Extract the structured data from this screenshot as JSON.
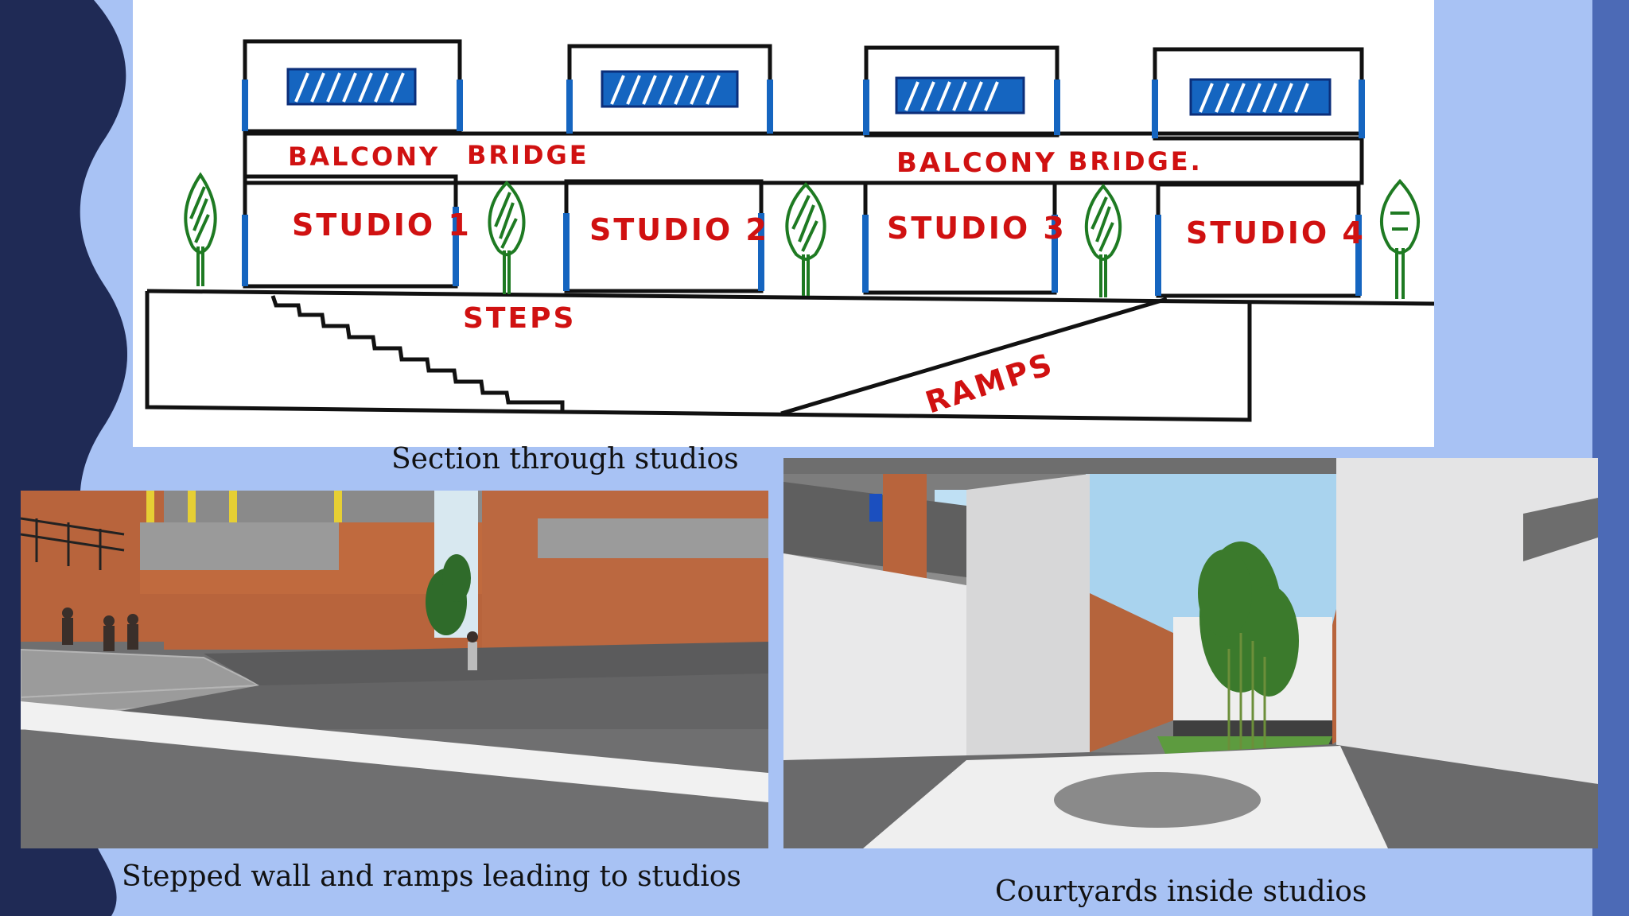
{
  "slide": {
    "colors": {
      "background": "#a8c2f4",
      "left_band": "#1f2a55",
      "right_band": "#4c6ab6",
      "sketch_label_red": "#d01111",
      "window_blue": "#1565c0",
      "tree_green": "#1e7a22",
      "brick": "#b8643c"
    }
  },
  "section_drawing": {
    "labels": {
      "balcony_1": "BALCONY",
      "bridge_1": "BRIDGE",
      "balcony_2": "BALCONY",
      "bridge_2": "BRIDGE.",
      "studio_1": "STUDIO 1",
      "studio_2": "STUDIO 2",
      "studio_3": "STUDIO 3",
      "studio_4": "STUDIO 4",
      "steps": "STEPS",
      "ramps": "RAMPS"
    },
    "caption": "Section through studios"
  },
  "render_left": {
    "caption": "Stepped wall and ramps leading to studios"
  },
  "render_right": {
    "caption": "Courtyards inside studios"
  }
}
